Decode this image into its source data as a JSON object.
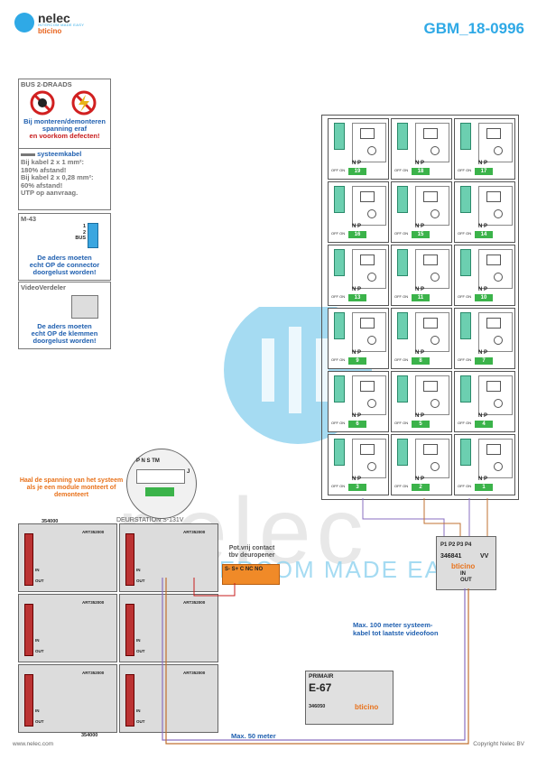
{
  "header": {
    "brand": "nelec",
    "tagline": "INTERCOM MADE EASY",
    "brand2": "bticino",
    "doc_code": "GBM_18-0996"
  },
  "panels": {
    "bus": {
      "title": "BUS 2-DRAADS",
      "line1": "Bij monteren/demonteren",
      "line2": "spanning eraf",
      "line3": "en voorkom defecten!"
    },
    "cable": {
      "title": "systeemkabel",
      "l1": "Bij kabel 2 x 1 mm²:",
      "l2": "180% afstand!",
      "l3": "Bij kabel 2 x 0,28 mm²:",
      "l4": "60% afstand!",
      "l5": "UTP op aanvraag."
    },
    "m43": {
      "title": "M-43",
      "t1": "1",
      "t2": "2",
      "t3": "BUS",
      "l1": "De aders moeten",
      "l2": "echt OP de connector",
      "l3": "doorgelust worden!"
    },
    "video": {
      "title": "VideoVerdeler",
      "l1": "De aders moeten",
      "l2": "echt OP de klemmen",
      "l3": "doorgelust worden!"
    }
  },
  "notes": {
    "power": "Haal de spanning van het systeem als je een module monteert of demonteert",
    "station": "DEURSTATION S-131V",
    "pot1": "Pot.vrij contact",
    "pot2": "tbv deuropener",
    "contacts": "S- S+ C NC NO",
    "dist100": "Max. 100 meter systeem-",
    "dist100b": "kabel tot laatste videofoon",
    "dist50": "Max. 50 meter",
    "mod354000": "354000",
    "art": "ART352000",
    "in": "IN",
    "out": "OUT"
  },
  "dip": {
    "labels": "P N S TM",
    "col": "J"
  },
  "distributor": {
    "ports": "P1 P2 P3 P4",
    "code": "346841",
    "vv": "VV",
    "brand": "bticino",
    "in": "IN",
    "out": "OUT"
  },
  "psu": {
    "label": "PRIMAIR",
    "name": "E-67",
    "code": "346050",
    "brand": "bticino"
  },
  "units": {
    "np": "N  P",
    "offon": "OFF ON",
    "numbers": [
      "19",
      "18",
      "17",
      "16",
      "15",
      "14",
      "13",
      "11",
      "10",
      "9",
      "8",
      "7",
      "6",
      "5",
      "4",
      "3",
      "2",
      "1"
    ]
  },
  "footer": {
    "left": "www.nelec.com",
    "right": "Copyright Nelec BV"
  }
}
